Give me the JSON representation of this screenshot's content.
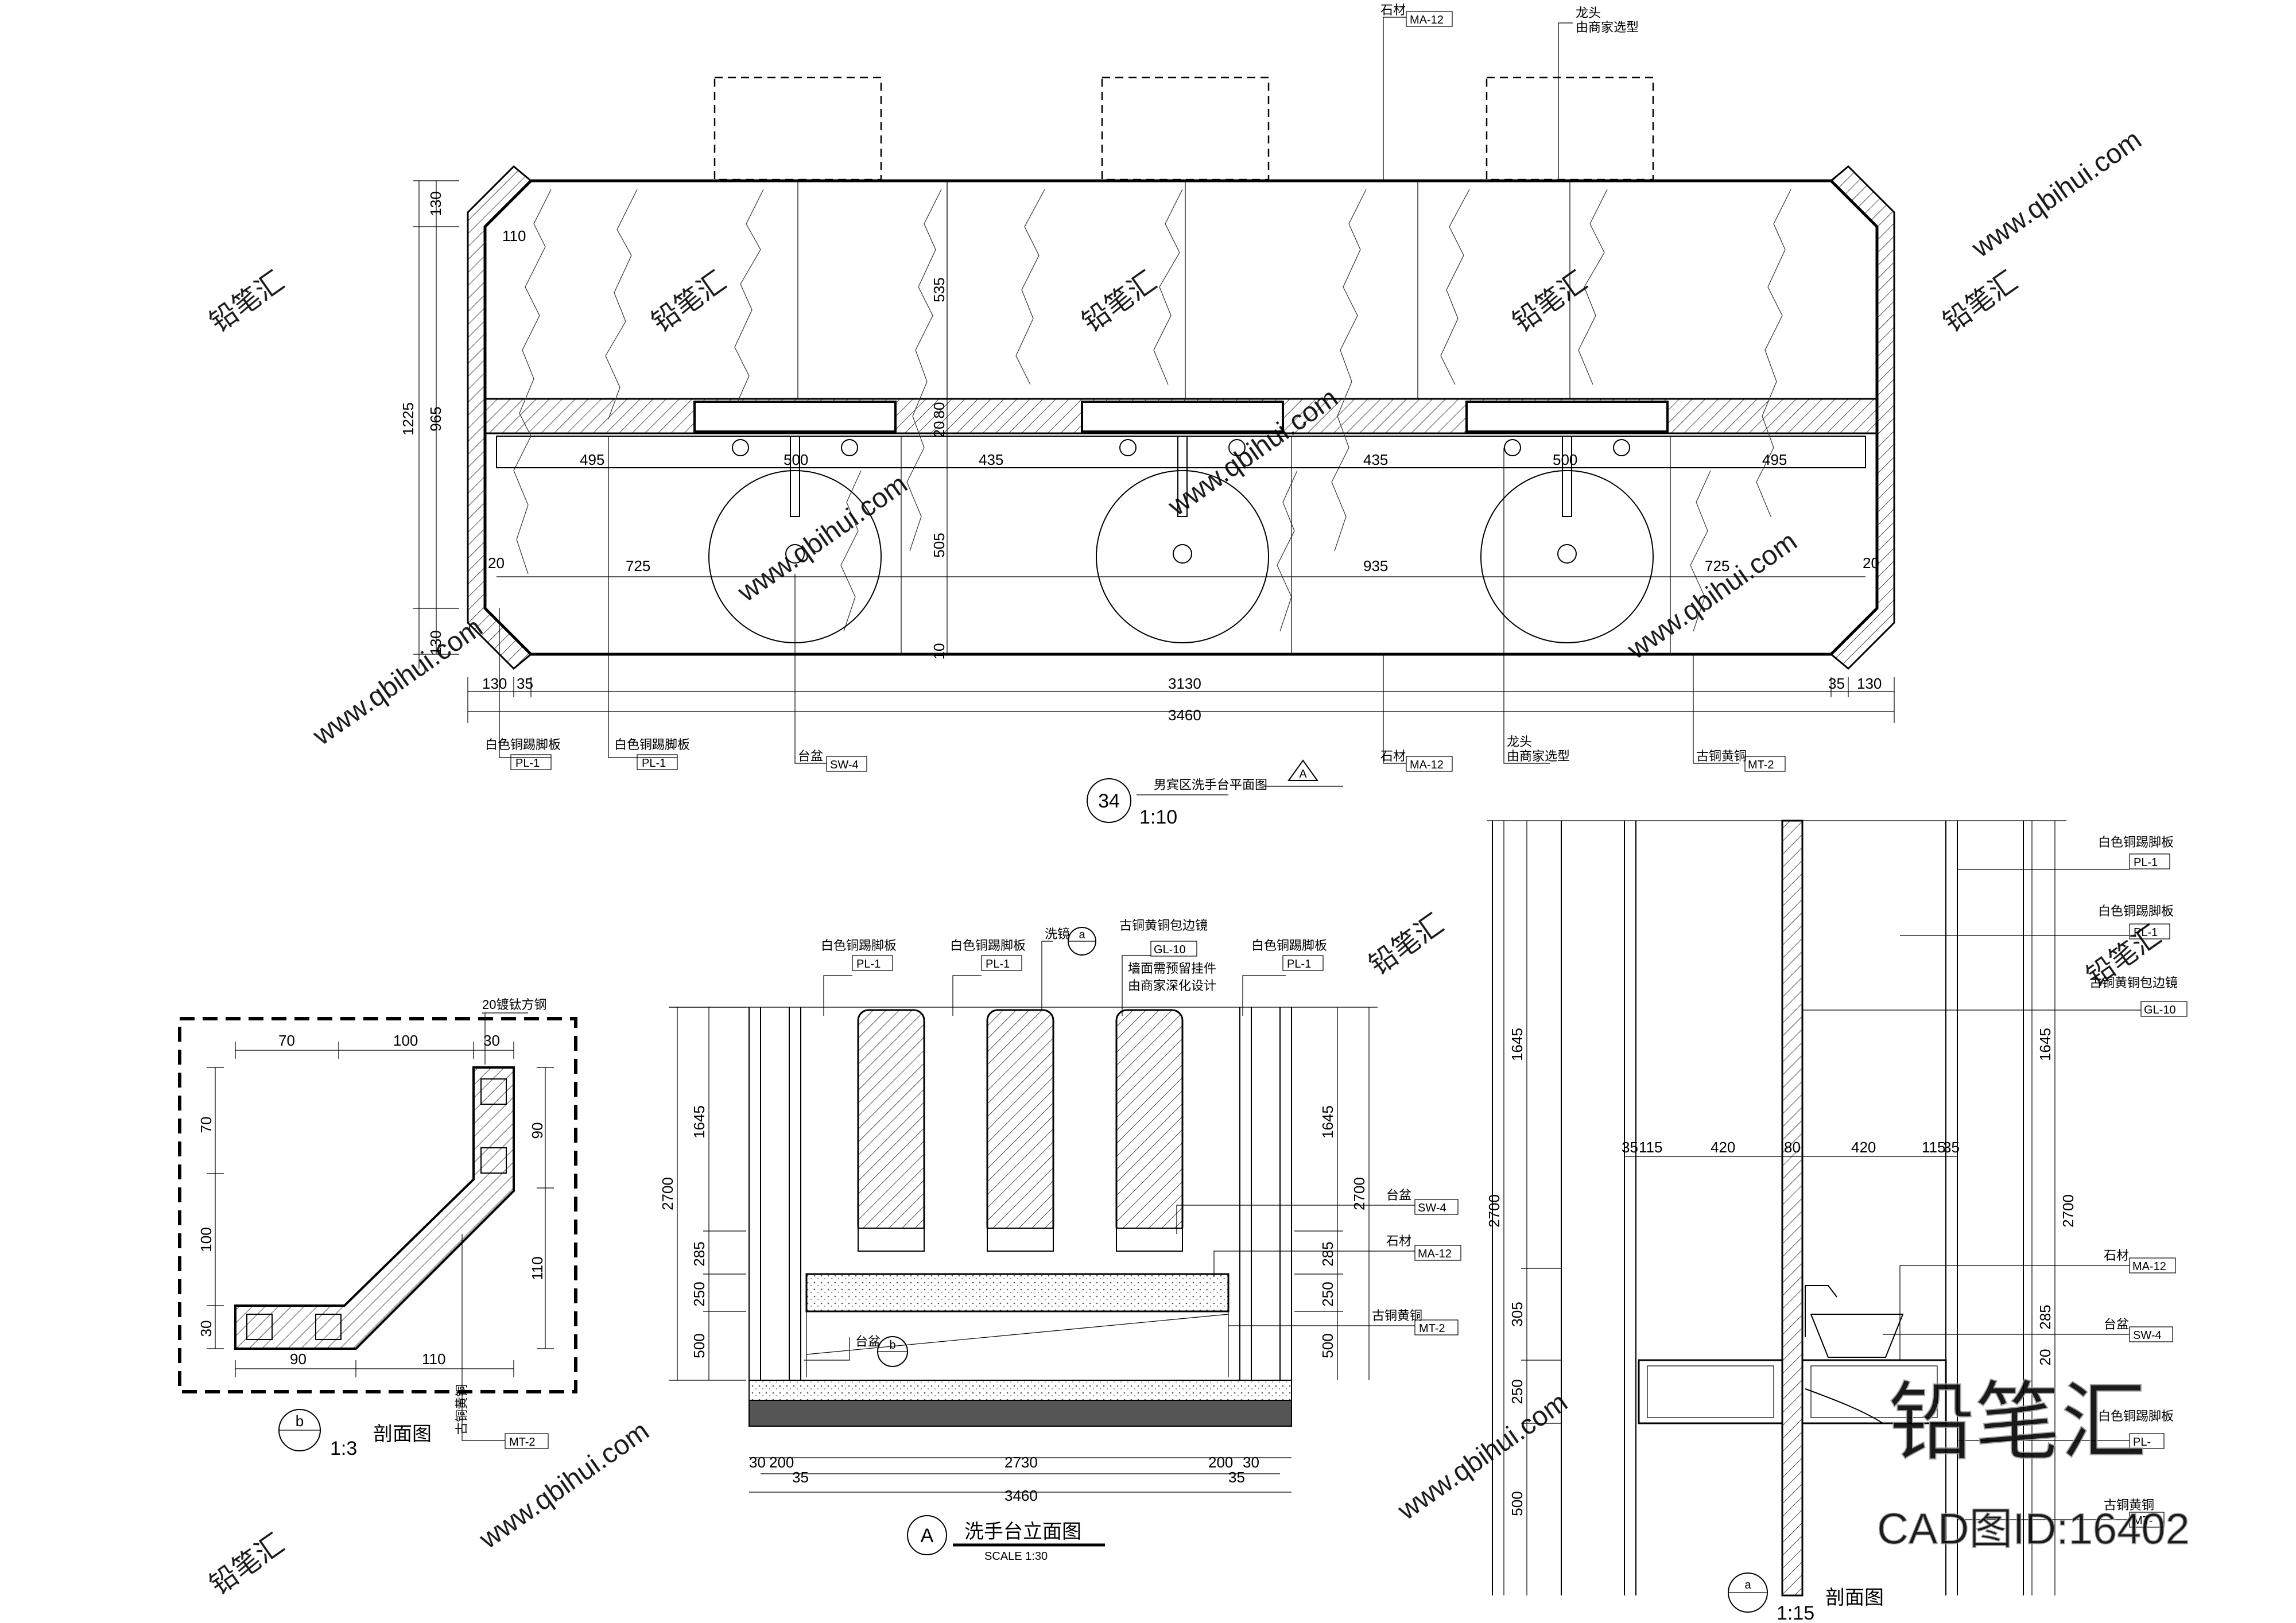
{
  "plan": {
    "dims_left": [
      "130",
      "1225",
      "965",
      "130"
    ],
    "dims_inner": [
      "535",
      "20",
      "80",
      "505",
      "10"
    ],
    "dims_row1": [
      "495",
      "500",
      "435",
      "435",
      "500",
      "495"
    ],
    "dims_row2": [
      "20",
      "725",
      "935",
      "725",
      "20"
    ],
    "dims_bottom": [
      "130",
      "35",
      "3130",
      "35",
      "130",
      "3460"
    ],
    "dim_110": "110",
    "labels": [
      {
        "text": "白色铜踢脚板",
        "code": "PL-1"
      },
      {
        "text": "白色铜踢脚板",
        "code": "PL-1"
      },
      {
        "text": "台盆",
        "code": "SW-4"
      },
      {
        "text": "石材",
        "code": "MA-12"
      },
      {
        "text": "龙头",
        "sub": "由商家选型",
        "code": ""
      },
      {
        "text": "古铜黄铜",
        "code": "MT-2"
      }
    ],
    "top_labels": [
      {
        "text": "石材",
        "code": "MA-12"
      },
      {
        "text": "龙头",
        "sub": "由商家选型"
      }
    ],
    "title": "男宾区洗手台平面图",
    "title_num": "34",
    "scale": "1:10",
    "section_mark": "A"
  },
  "detail_b": {
    "top_note": "20镀钛方钢",
    "dims_top": [
      "70",
      "100",
      "30"
    ],
    "dims_left": [
      "70",
      "100",
      "30"
    ],
    "dims_right": [
      "90",
      "110"
    ],
    "dims_bottom": [
      "90",
      "110"
    ],
    "label": {
      "text": "古铜黄铜",
      "code": "MT-2"
    },
    "mark": "b",
    "scale": "1:3",
    "title": "剖面图"
  },
  "elevation": {
    "labels_top": [
      {
        "text": "白色铜踢脚板",
        "code": "PL-1"
      },
      {
        "text": "白色铜踢脚板",
        "code": "PL-1"
      },
      {
        "text": "洗镜",
        "code": ""
      },
      {
        "text": "古铜黄铜包边镜",
        "code": "GL-10"
      },
      {
        "text": "白色铜踢脚板",
        "code": "PL-1"
      }
    ],
    "mirror_note": [
      "墙面需预留挂件",
      "由商家深化设计"
    ],
    "labels_right": [
      {
        "text": "台盆",
        "code": "SW-4"
      },
      {
        "text": "石材",
        "code": "MA-12"
      },
      {
        "text": "古铜黄铜",
        "code": "MT-2"
      }
    ],
    "mark_a": "a",
    "mark_b": "b",
    "dims_left": [
      "2700",
      "1645",
      "285",
      "250",
      "500"
    ],
    "dims_right": [
      "1645",
      "2700",
      "285",
      "250",
      "500"
    ],
    "dims_bottom": [
      "30",
      "200",
      "2730",
      "200",
      "30",
      "35",
      "35",
      "3460"
    ],
    "bottom_note": "台盆",
    "title_letter": "A",
    "title": "洗手台立面图",
    "scale_label": "SCALE  1:30"
  },
  "section_a": {
    "labels_right": [
      {
        "text": "白色铜踢脚板",
        "code": "PL-1"
      },
      {
        "text": "白色铜踢脚板",
        "code": "PL-1"
      },
      {
        "text": "古铜黄铜包边镜",
        "code": "GL-10"
      },
      {
        "text": "石材",
        "code": "MA-12"
      },
      {
        "text": "台盆",
        "code": "SW-4"
      },
      {
        "text": "白色铜踢脚板",
        "code": "PL-"
      },
      {
        "text": "古铜黄铜",
        "code": "MT-"
      }
    ],
    "dims_mid": [
      "35",
      "115",
      "420",
      "80",
      "420",
      "115",
      "35"
    ],
    "dims_left": [
      "2700",
      "1645",
      "305",
      "250",
      "500"
    ],
    "dims_right": [
      "1645",
      "2700",
      "285",
      "20"
    ],
    "mark": "a",
    "scale": "1:15",
    "title": "剖面图"
  },
  "watermark": {
    "site": "www.qbihui.com",
    "brand": "铅笔汇",
    "id_text": "CAD图ID:16402"
  }
}
